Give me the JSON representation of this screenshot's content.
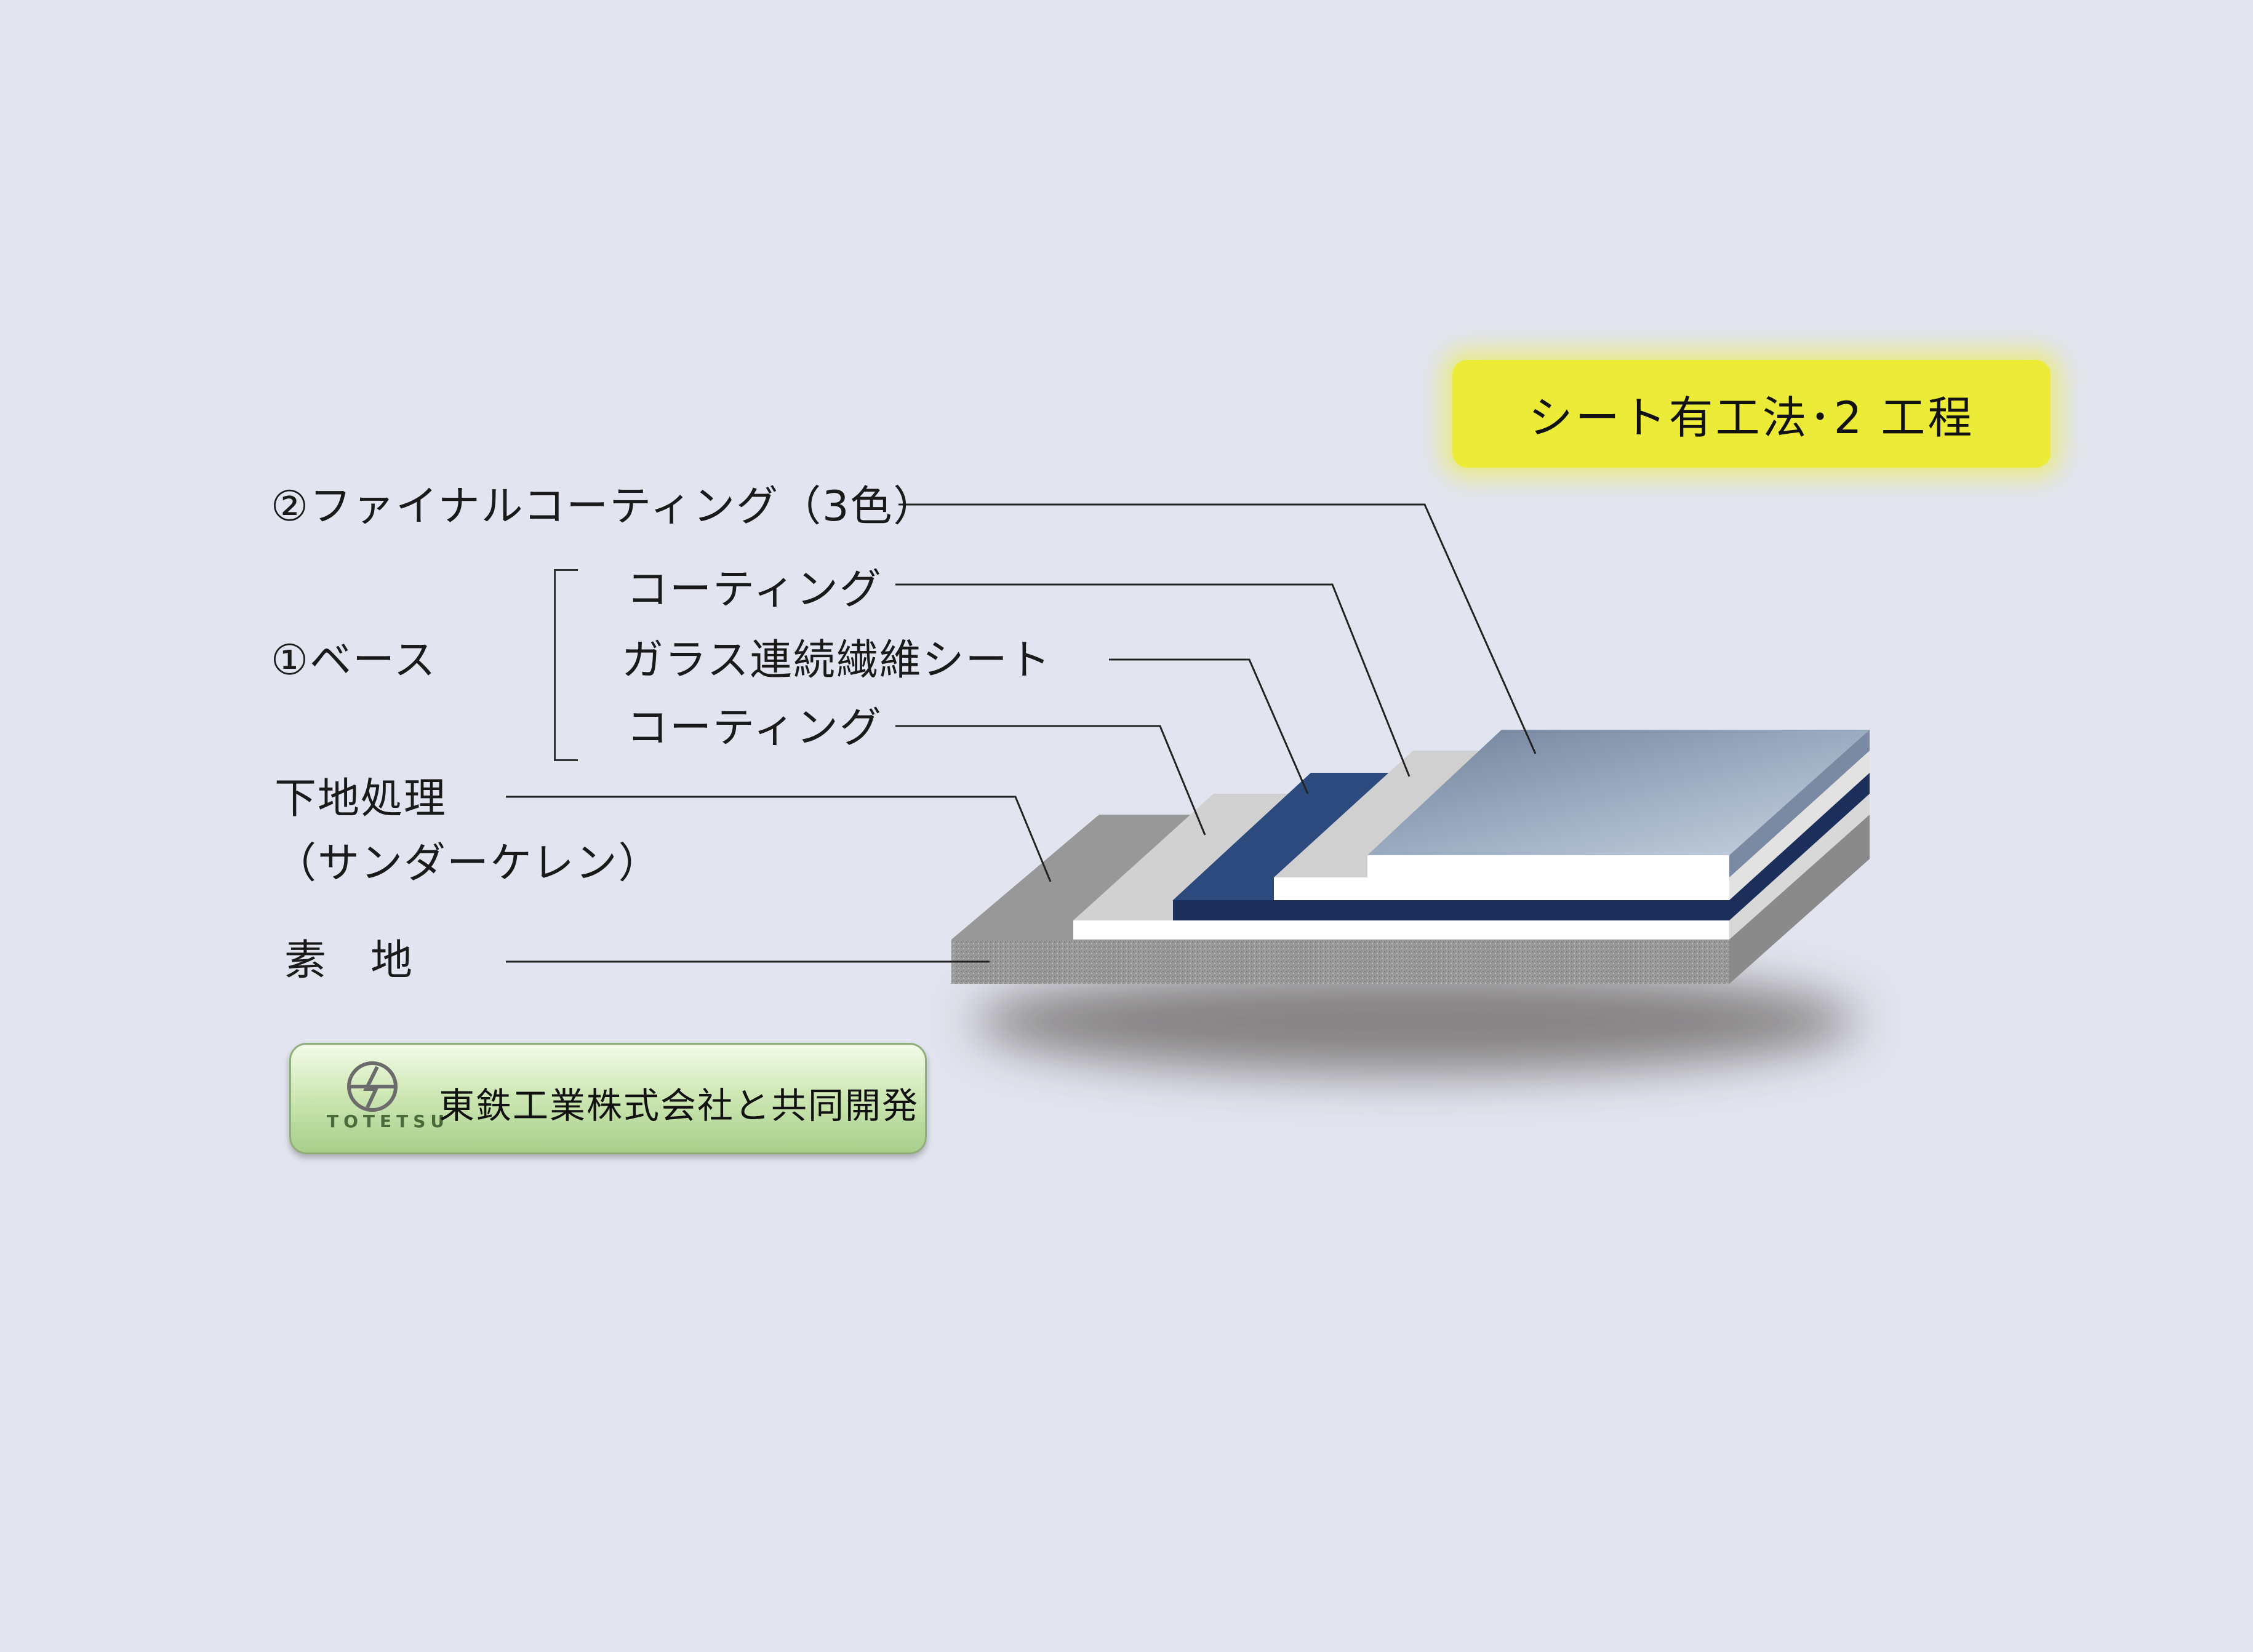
{
  "title": "シート有工法･2 工程",
  "labels": {
    "final_coating": "②ファイナルコーティング（3色）",
    "base": "①ベース",
    "coating_top": "コーティング",
    "glass_sheet": "ガラス連続繊維シート",
    "coating_bottom": "コーティング",
    "primer_line1": "下地処理",
    "primer_line2": "（サンダーケレン）",
    "substrate": "素　地"
  },
  "company": {
    "logo_text": "TOTETSU",
    "text": "東鉄工業株式会社と共同開発"
  },
  "colors": {
    "background": "#e2e5ef",
    "title_badge": "#ecec38",
    "dark_blue_layer": "#233a6a",
    "top_layer": "#8ea0b8"
  }
}
